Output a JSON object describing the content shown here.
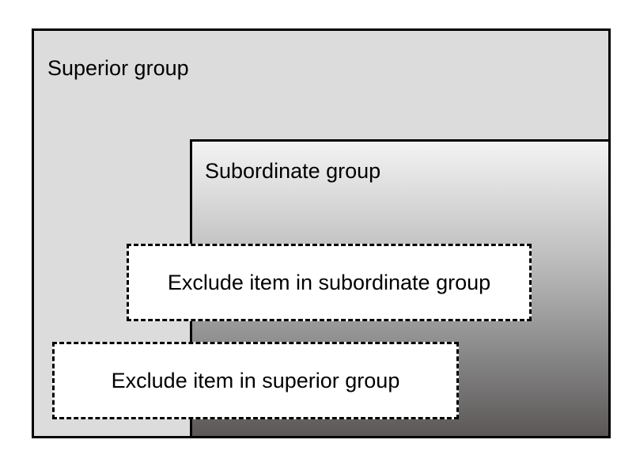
{
  "diagram": {
    "superior_group_label": "Superior group",
    "subordinate_group_label": "Subordinate group",
    "exclude_subordinate_label": "Exclude item in subordinate group",
    "exclude_superior_label": "Exclude item in superior group"
  },
  "colors": {
    "superior_fill": "#dcdcdc",
    "subordinate_gradient_top": "#f3f3f3",
    "subordinate_gradient_bottom": "#5b5757",
    "exclude_fill": "#ffffff",
    "stroke": "#000000"
  }
}
